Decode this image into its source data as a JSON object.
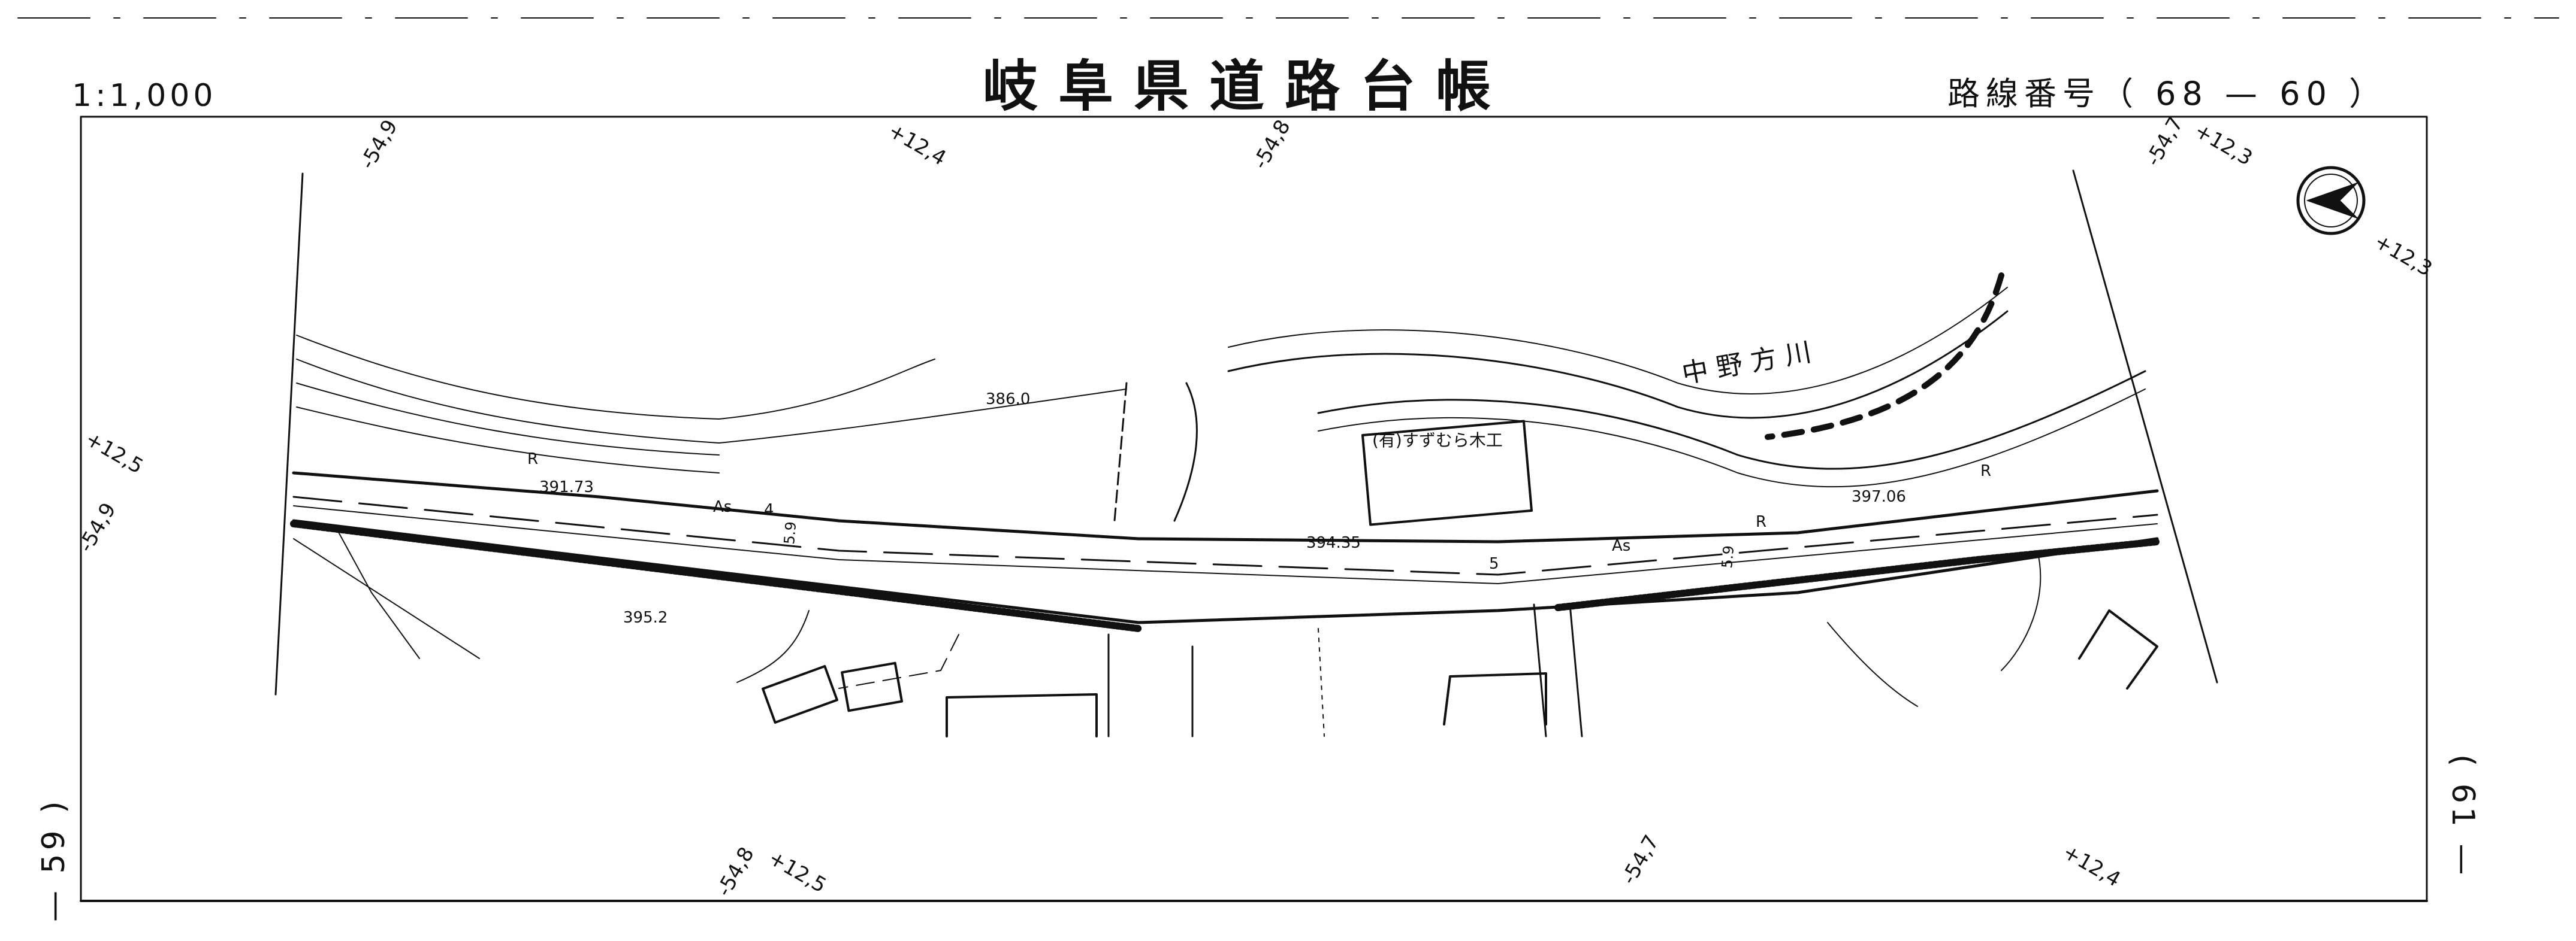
{
  "header": {
    "title": "岐阜県道路台帳",
    "scale": "1:1,000",
    "route_number": "路線番号（ 68 — 60 ）"
  },
  "margins": {
    "left_page": "— 59 )",
    "right_page": "( 61 —"
  },
  "grid_labels": {
    "top_1": "-54,9",
    "top_2": "+12,4",
    "top_3": "-54,8",
    "top_4": "-54,7",
    "top_5": "+12,3",
    "right_1": "+12,3",
    "left_1": "+12,5",
    "left_2": "-54,9",
    "bottom_1": "-54,8",
    "bottom_2": "+12,5",
    "bottom_3": "-54,7",
    "bottom_4": "+12,4"
  },
  "map_labels": {
    "river": "中 野 方 川",
    "business": "(有)すずむら木工",
    "elev_1": "386.0",
    "elev_2": "391.73",
    "elev_3": "394.35",
    "elev_4": "395.2",
    "elev_5": "397.06",
    "surface_1": "As",
    "surface_2": "As",
    "width_1": "5.9",
    "width_2": "5.9",
    "km_1": "4",
    "km_2": "5",
    "r_1": "R",
    "r_2": "R",
    "r_3": "R"
  },
  "colors": {
    "ink": "#111111",
    "paper": "#ffffff"
  }
}
